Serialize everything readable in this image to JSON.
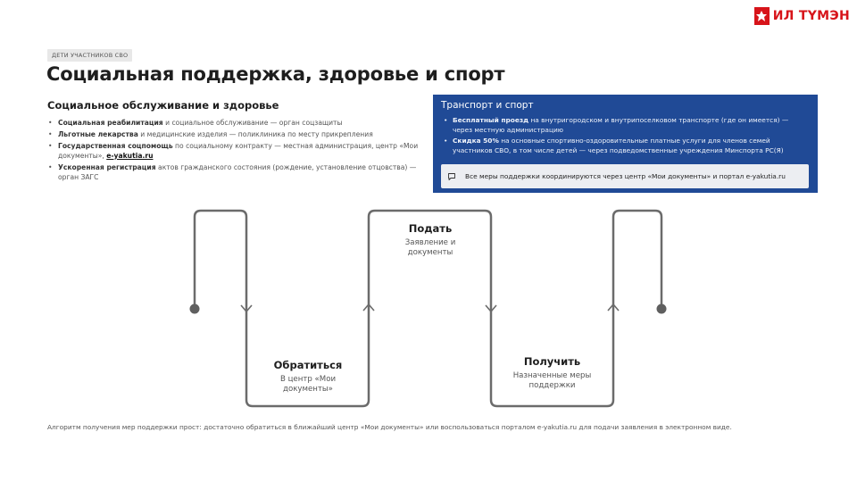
{
  "logo": {
    "text": "ИЛ ТҮМЭН",
    "color": "#d7141a"
  },
  "badge": "ДЕТИ УЧАСТНИКОВ СВО",
  "title": "Социальная поддержка, здоровье и спорт",
  "health": {
    "heading": "Социальное обслуживание и здоровье",
    "items": [
      {
        "bold": "Социальная реабилитация",
        "text": " и социальное обслуживание — орган соцзащиты"
      },
      {
        "bold": "Льготные лекарства",
        "text": " и медицинские изделия — поликлиника по месту прикрепления"
      },
      {
        "bold": "Государственная соцпомощь",
        "text": " по социальному контракту — местная администрация, центр «Мои документы», ",
        "link": "e-yakutia.ru"
      },
      {
        "bold": "Ускоренная регистрация",
        "text": " актов гражданского состояния (рождение, установление отцовства) — орган ЗАГС"
      }
    ]
  },
  "transport": {
    "heading": "Транспорт и спорт",
    "items": [
      {
        "bold": "Бесплатный проезд",
        "text": " на внутригородском и внутрипоселковом транспорте (где он имеется) — через местную администрацию"
      },
      {
        "bold": "Скидка 50%",
        "text": " на основные спортивно-оздоровительные платные услуги для членов семей участников СВО, в том числе детей — через подведомственные учреждения Минспорта РС(Я)"
      }
    ],
    "note": "Все меры поддержки координируются через центр «Мои документы» и портал e-yakutia.ru",
    "color": "#204a96"
  },
  "steps": [
    {
      "title": "Обратиться",
      "desc": "В центр «Мои документы»"
    },
    {
      "title": "Подать",
      "desc": "Заявление и документы"
    },
    {
      "title": "Получить",
      "desc": "Назначенные меры поддержки"
    }
  ],
  "footer": "Алгоритм получения мер поддержки прост: достаточно обратиться в ближайший центр «Мои документы» или воспользоваться порталом e-yakutia.ru для подачи заявления в электронном виде."
}
